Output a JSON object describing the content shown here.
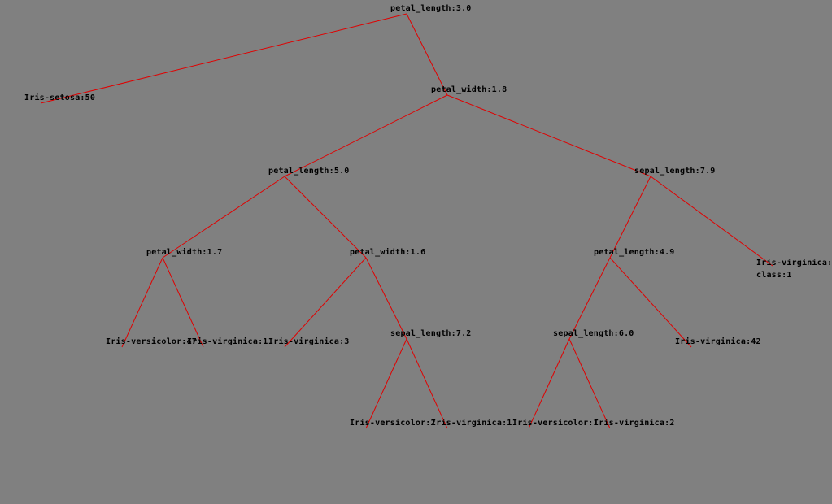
{
  "colors": {
    "background": "#808080",
    "edge": "#e00000",
    "text": "#000000"
  },
  "tree": {
    "nodes": [
      {
        "id": "n-root",
        "label": "petal_length:3.0"
      },
      {
        "id": "n-setosa",
        "label": "Iris-setosa:50"
      },
      {
        "id": "n-pw18",
        "label": "petal_width:1.8"
      },
      {
        "id": "n-pl50",
        "label": "petal_length:5.0"
      },
      {
        "id": "n-sl79",
        "label": "sepal_length:7.9"
      },
      {
        "id": "n-pw17",
        "label": "petal_width:1.7"
      },
      {
        "id": "n-pw16",
        "label": "petal_width:1.6"
      },
      {
        "id": "n-pl49",
        "label": "petal_length:4.9"
      },
      {
        "id": "n-virg-class",
        "label": "Iris-virginica:\nclass:1"
      },
      {
        "id": "n-vers47",
        "label": "Iris-versicolor:47"
      },
      {
        "id": "n-virg1a",
        "label": "Iris-virginica:1"
      },
      {
        "id": "n-virg3",
        "label": "Iris-virginica:3"
      },
      {
        "id": "n-sl72",
        "label": "sepal_length:7.2"
      },
      {
        "id": "n-sl60",
        "label": "sepal_length:6.0"
      },
      {
        "id": "n-virg42",
        "label": "Iris-virginica:42"
      },
      {
        "id": "n-vers2",
        "label": "Iris-versicolor:2"
      },
      {
        "id": "n-virg1b",
        "label": "Iris-virginica:1"
      },
      {
        "id": "n-vers1",
        "label": "Iris-versicolor:1"
      },
      {
        "id": "n-virg2",
        "label": "Iris-virginica:2"
      }
    ],
    "edges": [
      [
        "n-root",
        "n-setosa"
      ],
      [
        "n-root",
        "n-pw18"
      ],
      [
        "n-pw18",
        "n-pl50"
      ],
      [
        "n-pw18",
        "n-sl79"
      ],
      [
        "n-pl50",
        "n-pw17"
      ],
      [
        "n-pl50",
        "n-pw16"
      ],
      [
        "n-sl79",
        "n-pl49"
      ],
      [
        "n-sl79",
        "n-virg-class"
      ],
      [
        "n-pw17",
        "n-vers47"
      ],
      [
        "n-pw17",
        "n-virg1a"
      ],
      [
        "n-pw16",
        "n-virg3"
      ],
      [
        "n-pw16",
        "n-sl72"
      ],
      [
        "n-pl49",
        "n-sl60"
      ],
      [
        "n-pl49",
        "n-virg42"
      ],
      [
        "n-sl72",
        "n-vers2"
      ],
      [
        "n-sl72",
        "n-virg1b"
      ],
      [
        "n-sl60",
        "n-vers1"
      ],
      [
        "n-sl60",
        "n-virg2"
      ]
    ]
  }
}
